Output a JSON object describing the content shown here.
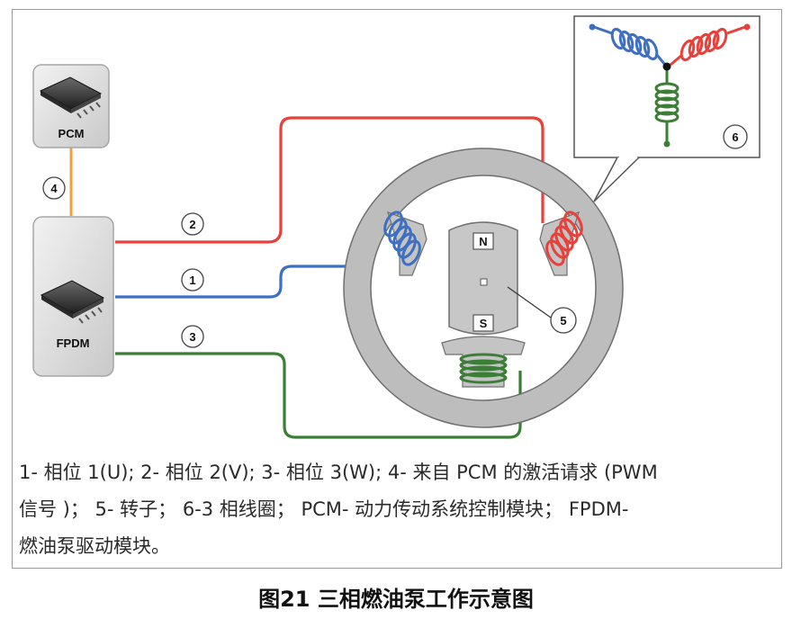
{
  "modules": {
    "pcm": "PCM",
    "fpdm": "FPDM"
  },
  "callouts": {
    "phase_u": "1",
    "phase_v": "2",
    "phase_w": "3",
    "activation": "4",
    "rotor": "5",
    "coil_set": "6"
  },
  "rotor_poles": {
    "north": "N",
    "south": "S"
  },
  "legend": {
    "line1": "1- 相位 1(U); 2- 相位 2(V); 3- 相位 3(W); 4- 来自 PCM 的激活请求 (PWM",
    "line2": "信号 )； 5- 转子； 6-3 相线圈； PCM- 动力传动系统控制模块； FPDM-",
    "line3": "燃油泵驱动模块。"
  },
  "caption": "图21 三相燃油泵工作示意图",
  "colors": {
    "phase_u": "#3f6fc0",
    "phase_v": "#e8403a",
    "phase_w": "#3a7f35",
    "activation_wire": "#f2a03c",
    "stator": "#bdbdbd",
    "module_box": "#d8d8d8"
  }
}
